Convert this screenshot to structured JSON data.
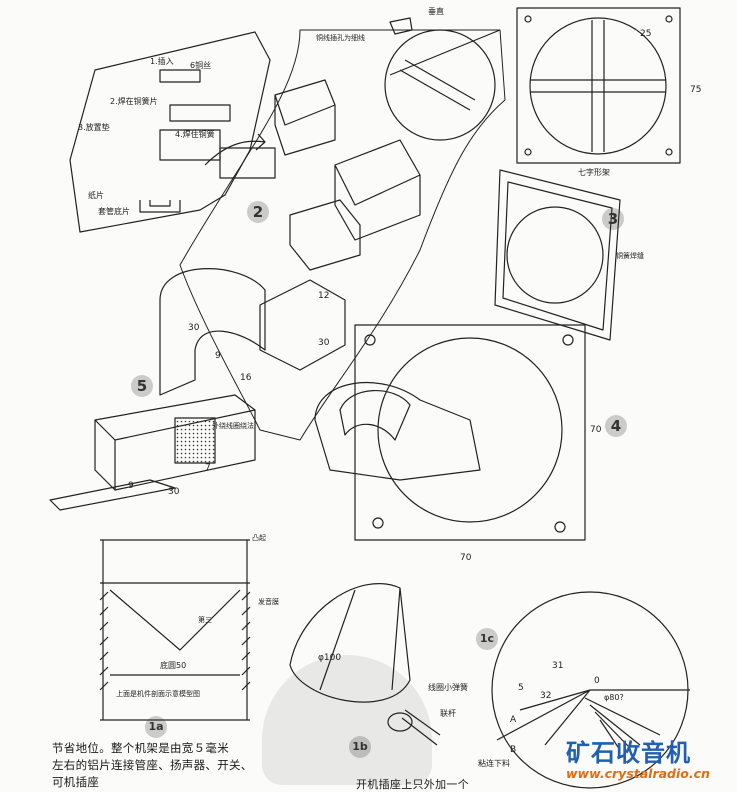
{
  "labels": {
    "step1": "1.插入",
    "step1b": "6铜丝",
    "step2": "2.焊在铜簧片",
    "step3": "3.放置垫",
    "step4": "4.焊住铜簧",
    "paper_label": "纸片",
    "bottom_view": "套管底片",
    "panel_label": "七字形架",
    "fig3_label": "铜簧焊缝",
    "fig5_label": "外绕线圈绕法",
    "top_tag": "垂直",
    "top_note": "铜线插孔为细线",
    "fig1a_top": "凸起",
    "fig1a_right": "发音膜",
    "fig1a_bottom": "底圆50",
    "fig1a_caption": "上面是机件剖面示意模型图",
    "fig1a_mid": "第三",
    "fig1b_label1": "线圈小弹簧",
    "fig1b_label2": "联杆",
    "fig1c_label": "粘连下料"
  },
  "dims": {
    "d25": "25",
    "d75": "75",
    "d70a": "70",
    "d70b": "70",
    "d30a": "30",
    "d30b": "30",
    "d30c": "30",
    "d9a": "9",
    "d9b": "9",
    "d16": "16",
    "d7": "7",
    "d12": "12",
    "d31": "31",
    "d32": "32",
    "d5": "5",
    "d0": "0",
    "d100": "φ100",
    "d80": "φ80?",
    "dA": "A",
    "dB": "B"
  },
  "figures": {
    "f1a": "1a",
    "f1b": "1b",
    "f1c": "1c",
    "f2": "2",
    "f3": "3",
    "f4": "4",
    "f5": "5"
  },
  "body": {
    "line1": "节省地位。整个机架是由宽５毫米",
    "line2": "左右的铝片连接管座、扬声器、开关、",
    "line3": "可机插座",
    "line4": "开机插座上只外加一个"
  },
  "branding": {
    "logo": "矿石收音机",
    "url": "www.crystalradio.cn"
  }
}
